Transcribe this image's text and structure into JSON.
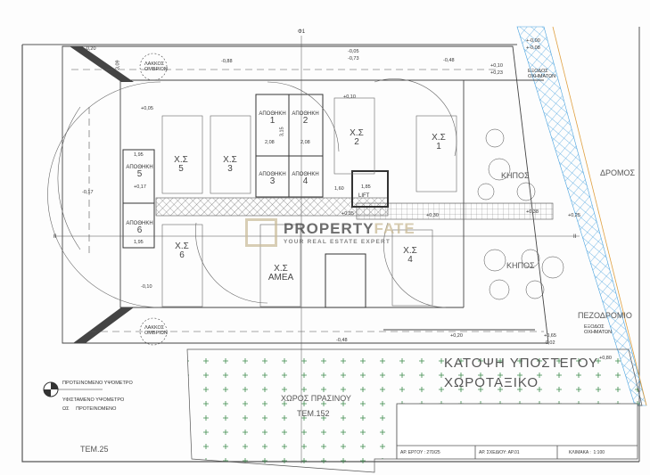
{
  "drawing": {
    "title_line1": "ΚΑΤΟΨΗ ΥΠΟΣΤΕΓΟΥ",
    "title_line2": "ΧΩΡΟΤΑΞΙΚΟ",
    "axis_marker": "Φ1",
    "section_marker": "II"
  },
  "rooms": {
    "storage_label": "ΑΠΟΘΗΚΗ",
    "storage_numbers": [
      "1",
      "2",
      "3",
      "4",
      "5",
      "6"
    ],
    "parking_label": "Χ.Σ",
    "parking_numbers": [
      "1",
      "2",
      "3",
      "4",
      "5",
      "6"
    ],
    "parking_disabled": "ΑΜΕΑ",
    "lift": "LIFT",
    "garden": "ΚΗΠΟΣ",
    "road": "ΔΡΟΜΟΣ",
    "sidewalk": "ΠΕΖΟΔΡΟΜΙΟ",
    "vehicle_exit": "ΕΞΟΔΟΣ ΟΧΗΜΑΤΩΝ",
    "rain_pit": "ΛΑΚΚΟΣ ΟΜΒΡΙΩΝ",
    "green_space": "ΧΩΡΟΣ ΠΡΑΣΙΝΟΥ",
    "plot_152": "ΤΕΜ.152",
    "plot_25": "ΤΕΜ.25"
  },
  "levels": [
    "-0,20",
    "-0,88",
    "-0,05",
    "-0,73",
    "-0,48",
    "+0,10",
    "+0,23",
    "+-0,00",
    "+-0,08",
    "+0,05",
    "+0,10",
    "-0,17",
    "+0,17",
    "-0,10",
    "-0,48",
    "+0,20",
    "+0,65",
    "-0,02",
    "+0,80",
    "+0,30",
    "+0,25",
    "+0,38",
    "+0,35"
  ],
  "dimensions": [
    "3,09",
    "2,08",
    "2,08",
    "3,15",
    "1,95",
    "1,95",
    "1,60",
    "1,85"
  ],
  "legend": {
    "proposed": "ΠΡΟΤΕΙΝΟΜΕΝΟ ΥΨΟΜΕΤΡΟ",
    "existing_line1": "ΥΦΙΣΤΑΜΕΝΟ ΥΨΟΜΕΤΡΟ",
    "existing_line2": "ΩΣ     ΠΡΟΤΕΙΝΟΜΕΝΟ"
  },
  "title_block": {
    "project_no": "ΑΡ. ΕΡΓΟΥ : 270/25",
    "drawing_no": "ΑΡ. ΣΧΕΔΙΟΥ: ΑΡ.01",
    "scale": "ΚΛΙΜΑΚΑ :  1:100"
  },
  "watermark": {
    "brand_a": "PROPERTY",
    "brand_b": "FATE",
    "tagline": "YOUR REAL ESTATE EXPERT"
  },
  "colors": {
    "hatch": "#4aa3df",
    "green": "#3b8a4a",
    "line": "#444444",
    "boundary": "#e0a040"
  }
}
